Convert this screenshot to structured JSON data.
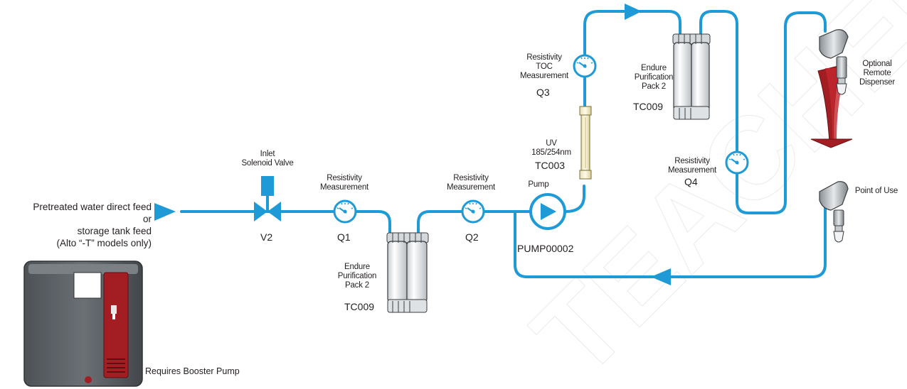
{
  "feed": {
    "line1": "Pretreated water direct feed",
    "line2": "or",
    "line3": "storage tank feed",
    "line4": "(Alto “-T” models only)"
  },
  "booster_note": "Requires Booster Pump",
  "valve": {
    "title1": "Inlet",
    "title2": "Solenoid Valve",
    "code": "V2"
  },
  "q1": {
    "line1": "Resistivity",
    "line2": "Measurement",
    "code": "Q1"
  },
  "q2": {
    "line1": "Resistivity",
    "line2": "Measurement",
    "code": "Q2"
  },
  "q3": {
    "line1": "Resistivity",
    "line2": "TOC",
    "line3": "Measurement",
    "code": "Q3"
  },
  "q4": {
    "line1": "Resistivity",
    "line2": "Measurement",
    "code": "Q4"
  },
  "pack1": {
    "line1": "Endure",
    "line2": "Purification",
    "line3": "Pack 2",
    "code": "TC009"
  },
  "pack2": {
    "line1": "Endure",
    "line2": "Purification",
    "line3": "Pack 2",
    "code": "TC009"
  },
  "uv": {
    "line1": "UV",
    "line2": "185/254nm",
    "code": "TC003"
  },
  "pump": {
    "title": "Pump",
    "code": "PUMP00002"
  },
  "remote": {
    "line1": "Optional",
    "line2": "Remote",
    "line3": "Dispenser"
  },
  "point_of_use": "Point of Use",
  "watermark": "TEACHER SAMPLE",
  "colors": {
    "water_line": "#1e9ad6",
    "filter_body": "#e9ebed",
    "dispenser_red": "#a31e23",
    "unit_grey": "#5d6166",
    "text": "#231f20"
  }
}
